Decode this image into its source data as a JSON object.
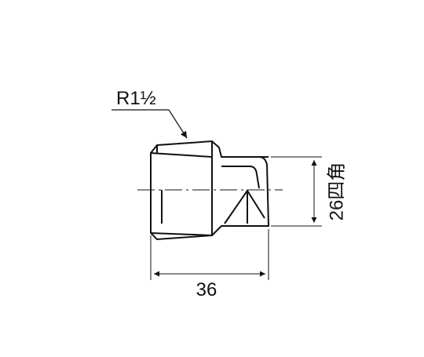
{
  "thread_label": "R1½",
  "width_dimension": "36",
  "height_dimension": "26四角"
}
